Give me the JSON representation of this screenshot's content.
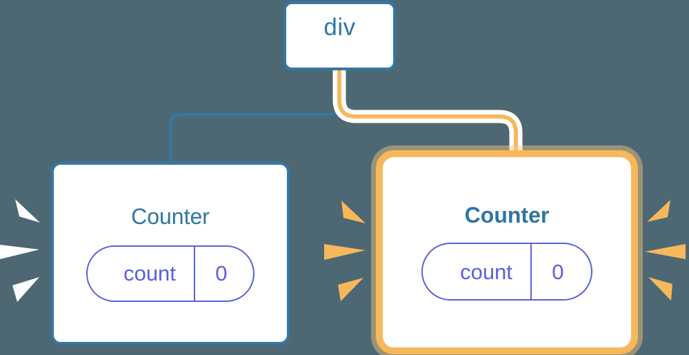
{
  "background_color": "#4d6872",
  "diagram": {
    "type": "component-tree",
    "title_hidden": true,
    "nodes": [
      {
        "id": "div",
        "label": "div",
        "role": "root-element",
        "highlighted": false,
        "border_color": "#3178a8",
        "text_color": "#3178a8"
      },
      {
        "id": "counter-left",
        "label": "Counter",
        "role": "component",
        "highlighted": false,
        "border_color": "#3178a8",
        "text_color": "#2f76a3",
        "prop": {
          "key": "count",
          "value": "0"
        }
      },
      {
        "id": "counter-right",
        "label": "Counter",
        "role": "component",
        "highlighted": true,
        "border_color": "#f7b85c",
        "glow_color": "#fad39a",
        "text_color": "#2f76a3",
        "prop": {
          "key": "count",
          "value": "0"
        }
      }
    ],
    "edges": [
      {
        "from": "div",
        "to": "counter-left",
        "color": "#3178a8",
        "highlighted": false
      },
      {
        "from": "div",
        "to": "counter-right",
        "color": "#f7b85c",
        "highlighted": true
      }
    ],
    "ray_groups": [
      {
        "id": "rays-left-outer",
        "color": "#ffffff",
        "direction": "right",
        "count": 3
      },
      {
        "id": "rays-middle",
        "color": "#f7b85c",
        "direction": "right",
        "count": 3
      },
      {
        "id": "rays-right-outer",
        "color": "#f7b85c",
        "direction": "right",
        "count": 3
      }
    ]
  },
  "colors": {
    "background": "#4d6872",
    "blue": "#3178a8",
    "amber": "#f7b85c",
    "amber_glow": "#fad39a",
    "purple": "#5b60df",
    "white": "#ffffff"
  }
}
